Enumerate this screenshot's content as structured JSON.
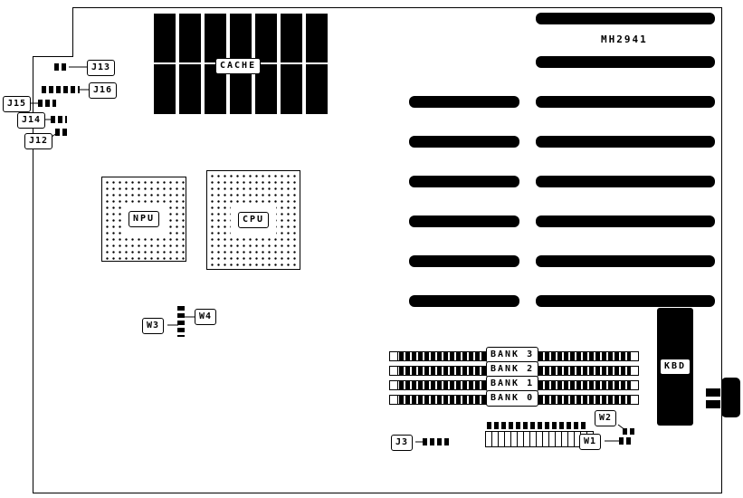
{
  "diagram": {
    "board_id": "MH2941",
    "cache_label": "CACHE",
    "npu_label": "NPU",
    "cpu_label": "CPU",
    "kbd_label": "KBD",
    "memory_banks": [
      "BANK 3",
      "BANK 2",
      "BANK 1",
      "BANK 0"
    ],
    "connectors": {
      "j13": "J13",
      "j16": "J16",
      "j15": "J15",
      "j14": "J14",
      "j12": "J12",
      "j3": "J3"
    },
    "jumpers": {
      "w3": "W3",
      "w4": "W4",
      "w2": "W2",
      "w1": "W1"
    },
    "colors": {
      "board_background": "#ffffff",
      "component_fill": "#000000",
      "outline": "#000000",
      "label_background": "#ffffff"
    },
    "structure": {
      "cache_chip_rows": 2,
      "cache_chips_per_row": 7,
      "expansion_slots_right_column": 8,
      "expansion_slots_left_column": 6,
      "memory_bank_count": 4
    }
  }
}
